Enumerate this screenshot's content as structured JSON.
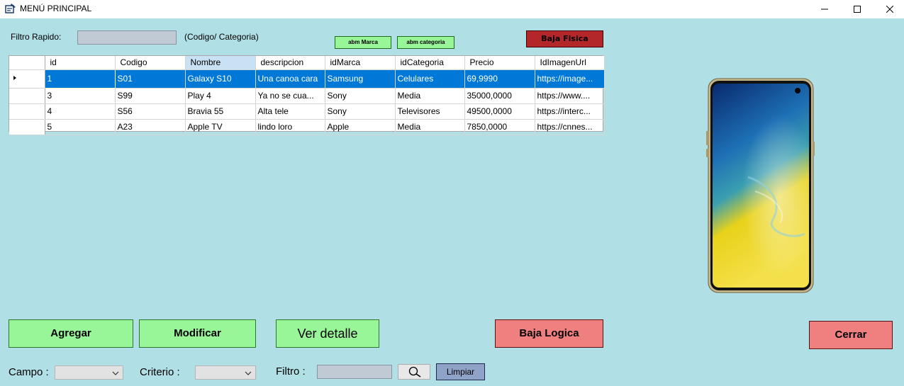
{
  "window": {
    "title": "MENÚ PRINCIPAL"
  },
  "toolbar": {
    "filtro_rapido_label": "Filtro Rapido:",
    "filtro_rapido_value": "",
    "filtro_hint": "(Codigo/ Categoria)",
    "abm_marca": "abm Marca",
    "abm_categoria": "abm categoria",
    "baja_fisica": "Baja Fisica"
  },
  "grid": {
    "columns": [
      "id",
      "Codigo",
      "Nombre",
      "descripcion",
      "idMarca",
      "idCategoria",
      "Precio",
      "IdImagenUrl"
    ],
    "sorted_column": "Nombre",
    "selected_row": 0,
    "rows": [
      [
        "1",
        "S01",
        "Galaxy S10",
        "Una canoa cara",
        "Samsung",
        "Celulares",
        "69,9990",
        "https://image..."
      ],
      [
        "3",
        "S99",
        "Play 4",
        "Ya no se cua...",
        "Sony",
        "Media",
        "35000,0000",
        "https://www...."
      ],
      [
        "4",
        "S56",
        "Bravia 55",
        "Alta tele",
        "Sony",
        "Televisores",
        "49500,0000",
        "https://interc..."
      ],
      [
        "5",
        "A23",
        "Apple TV",
        "lindo loro",
        "Apple",
        "Media",
        "7850,0000",
        "https://cnnes..."
      ]
    ]
  },
  "actions": {
    "agregar": "Agregar",
    "modificar": "Modificar",
    "ver_detalle": "Ver detalle",
    "baja_logica": "Baja Logica",
    "cerrar": "Cerrar"
  },
  "filters": {
    "campo_label": "Campo :",
    "campo_value": "",
    "criterio_label": "Criterio :",
    "criterio_value": "",
    "filtro_label": "Filtro :",
    "filtro_value": "",
    "limpiar": "Limpiar"
  },
  "preview": {
    "image": "samsung-galaxy-s10e-phone"
  },
  "colors": {
    "background": "#b0dfe5",
    "green_button": "#98f598",
    "red_button": "#f08080",
    "baja_fisica": "#b3272b",
    "selection": "#0078d7",
    "limpiar": "#8fa3c8"
  }
}
